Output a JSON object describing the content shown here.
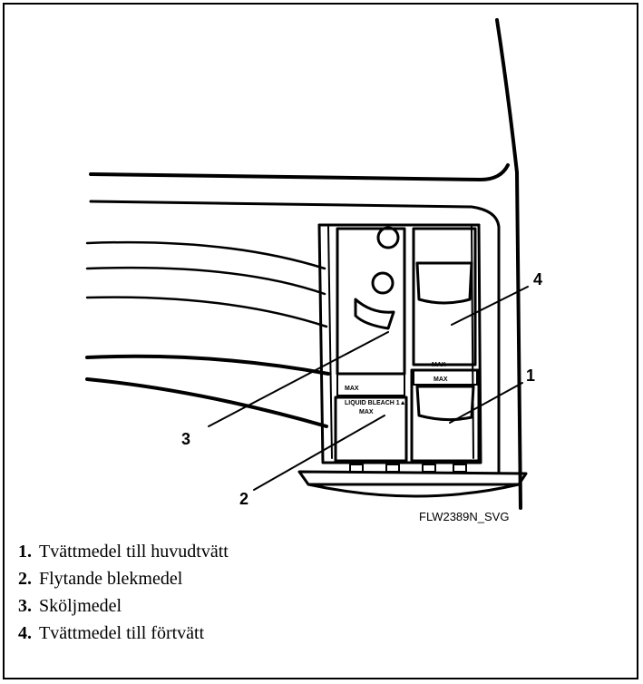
{
  "figure": {
    "id": "FLW2389N_SVG",
    "callouts": [
      "1",
      "2",
      "3",
      "4"
    ],
    "drawer_labels": {
      "max_main": "MAX",
      "max_prewash": "MAX",
      "max_softener": "MAX",
      "max_bleach": "MAX",
      "liquid_bleach": "LIQUID BLEACH 1▲"
    }
  },
  "legend": [
    {
      "number": "1.",
      "text": "Tvättmedel till huvudtvätt"
    },
    {
      "number": "2.",
      "text": "Flytande blekmedel"
    },
    {
      "number": "3.",
      "text": "Sköljmedel"
    },
    {
      "number": "4.",
      "text": "Tvättmedel till förtvätt"
    }
  ]
}
